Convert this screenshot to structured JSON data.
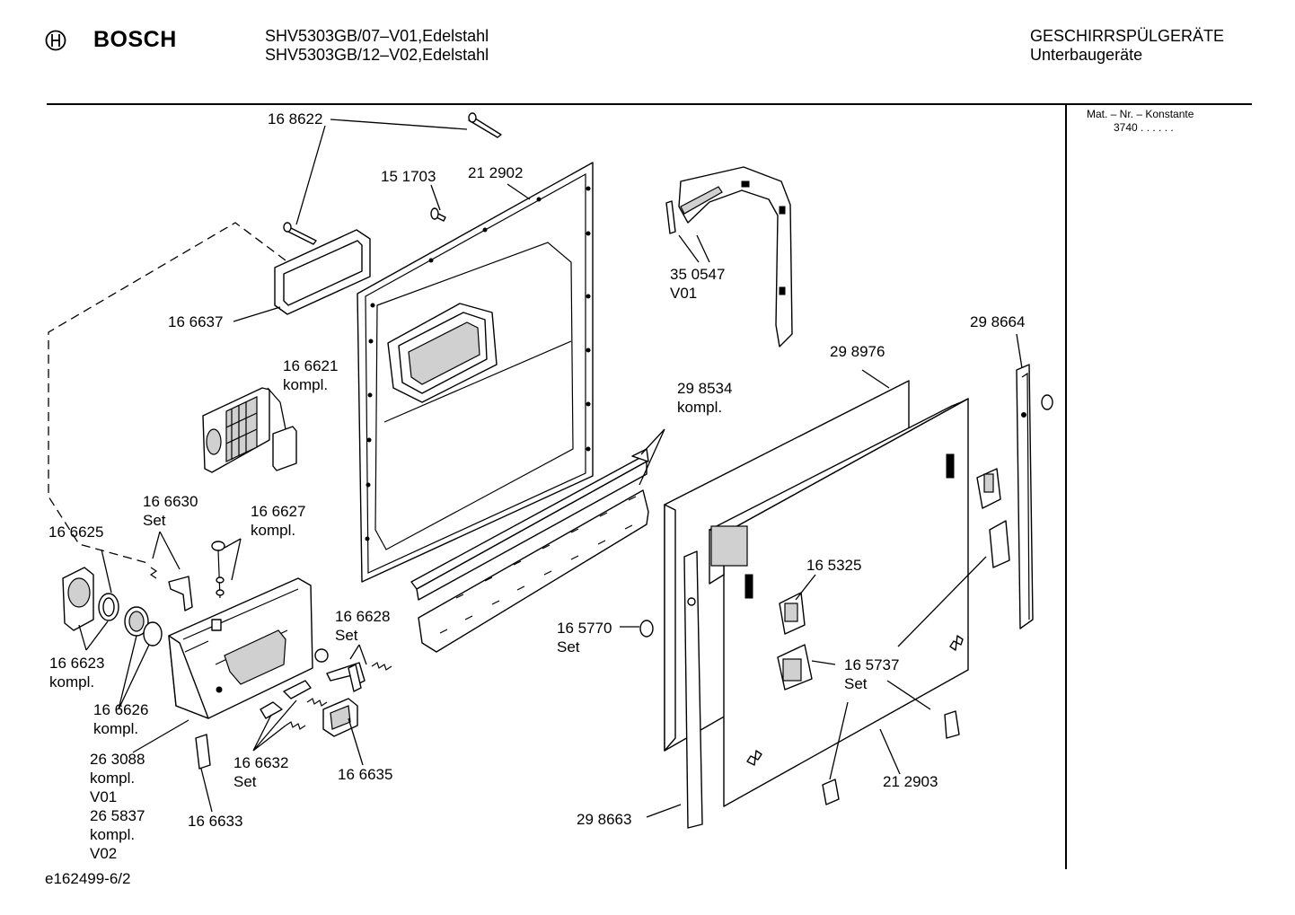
{
  "header": {
    "brand": "BOSCH",
    "model_line_1": "SHV5303GB/07–V01,Edelstahl",
    "model_line_2": "SHV5303GB/12–V02,Edelstahl",
    "category": "GESCHIRRSPÜLGERÄTE",
    "subcategory": "Unterbaugeräte"
  },
  "sidebar": {
    "mat_label": "Mat. – Nr. – Konstante",
    "mat_value": "3740  .  .    .  .  .  ."
  },
  "footer": {
    "drawing_id": "e162499-6/2"
  },
  "labels": {
    "p168622": "16 8622",
    "p151703": "15 1703",
    "p212902": "21 2902",
    "p350547a": "35 0547",
    "p350547b": "V01",
    "p166637": "16 6637",
    "p166621a": "16 6621",
    "p166621b": "kompl.",
    "p298664": "29 8664",
    "p298976": "29 8976",
    "p298534a": "29 8534",
    "p298534b": "kompl.",
    "p166630a": "16 6630",
    "p166630b": "Set",
    "p166627a": "16 6627",
    "p166627b": "kompl.",
    "p166625": "16 6625",
    "p166628a": "16 6628",
    "p166628b": "Set",
    "p165325": "16 5325",
    "p165770a": "16 5770",
    "p165770b": "Set",
    "p166623a": "16 6623",
    "p166623b": "kompl.",
    "p165737a": "16 5737",
    "p165737b": "Set",
    "p166626a": "16 6626",
    "p166626b": "kompl.",
    "p263088a": "26 3088",
    "p263088b": "kompl.",
    "p263088c": "V01",
    "p265837a": "26 5837",
    "p265837b": "kompl.",
    "p265837c": "V02",
    "p166632a": "16 6632",
    "p166632b": "Set",
    "p166635": "16 6635",
    "p212903": "21 2903",
    "p166633": "16 6633",
    "p298663": "29 8663"
  }
}
